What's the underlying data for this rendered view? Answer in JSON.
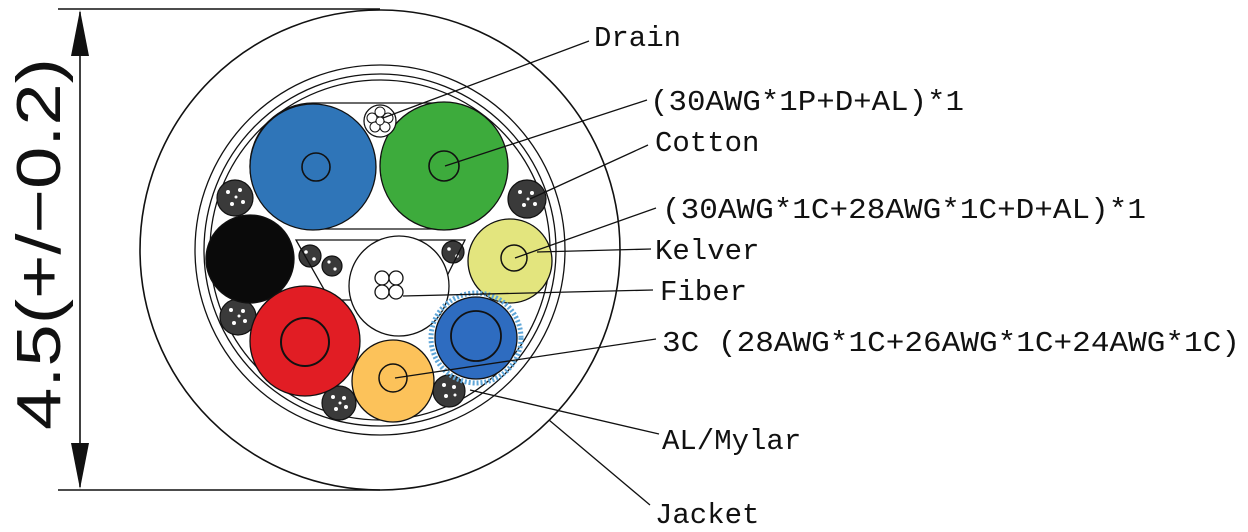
{
  "dimension_label": "4.5(+/−0.2)",
  "labels": {
    "drain": "Drain",
    "pair": "(30AWG*1P+D+AL)*1",
    "cotton": "Cotton",
    "coax": "(30AWG*1C+28AWG*1C+D+AL)*1",
    "kelver": "Kelver",
    "fiber": "Fiber",
    "three_c": "3C (28AWG*1C+26AWG*1C+24AWG*1C)",
    "al_mylar": "AL/Mylar",
    "jacket": "Jacket"
  },
  "colors": {
    "blue": "#2f75b8",
    "green": "#3dab3c",
    "black": "#0a0a0a",
    "red": "#e11d24",
    "yellow_green": "#e3e57e",
    "orange": "#fcc25a",
    "blue_small": "#2e6cc0",
    "blue_fringe": "#5fa6d8"
  }
}
